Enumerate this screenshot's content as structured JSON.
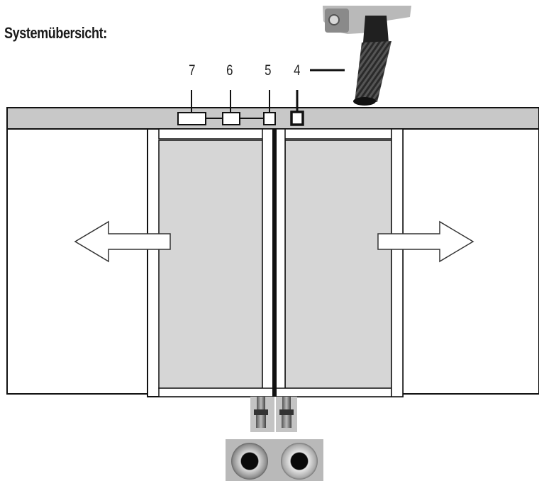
{
  "title": "Systemübersicht:",
  "labels": [
    "7",
    "6",
    "5",
    "4"
  ],
  "icons": {
    "sensor_photo": "threaded-sensor-photo",
    "floor_bolts": "floor-bolt-icon",
    "floor_plates": "floor-plate-icon",
    "arrow_left": "arrow-left-icon",
    "arrow_right": "arrow-right-icon"
  },
  "colors": {
    "track": "#c8c8c8",
    "glass": "#d6d6d6",
    "outline": "#111111",
    "photo_bg": "#c4c4c4"
  }
}
